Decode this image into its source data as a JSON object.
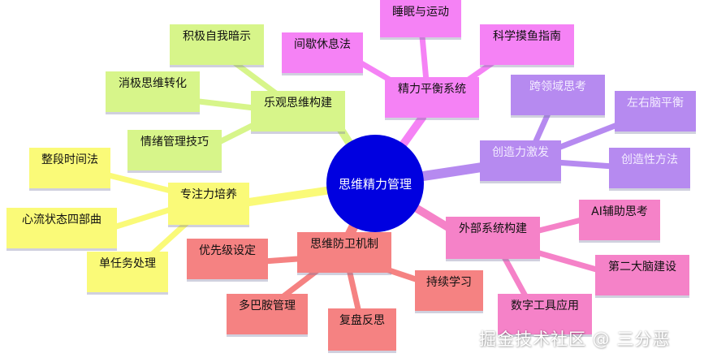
{
  "center": {
    "label": "思维精力管理",
    "color": "#0000e0"
  },
  "branches": [
    {
      "id": "optimism",
      "label": "乐观思维构建",
      "color": "#d7f58a",
      "children": [
        {
          "id": "positive",
          "label": "积极自我暗示"
        },
        {
          "id": "negative",
          "label": "消极思维转化"
        },
        {
          "id": "emotion",
          "label": "情绪管理技巧"
        }
      ]
    },
    {
      "id": "energy",
      "label": "精力平衡系统",
      "color": "#f582f5",
      "children": [
        {
          "id": "sleep",
          "label": "睡眠与运动"
        },
        {
          "id": "rest",
          "label": "间歇休息法"
        },
        {
          "id": "slack",
          "label": "科学摸鱼指南"
        }
      ]
    },
    {
      "id": "creativity",
      "label": "创造力激发",
      "color": "#b68af0",
      "children": [
        {
          "id": "cre1",
          "label": "跨领域思考"
        },
        {
          "id": "cre2",
          "label": "左右脑平衡"
        },
        {
          "id": "cre3",
          "label": "创造性方法"
        }
      ]
    },
    {
      "id": "focus",
      "label": "专注力培养",
      "color": "#fafa78",
      "children": [
        {
          "id": "segment",
          "label": "整段时间法"
        },
        {
          "id": "flow",
          "label": "心流状态四部曲"
        },
        {
          "id": "single",
          "label": "单任务处理"
        }
      ]
    },
    {
      "id": "external",
      "label": "外部系统构建",
      "color": "#f582c8",
      "children": [
        {
          "id": "ai",
          "label": "AI辅助思考"
        },
        {
          "id": "brain2",
          "label": "第二大脑建设"
        },
        {
          "id": "tools",
          "label": "数字工具应用"
        }
      ]
    },
    {
      "id": "defense",
      "label": "思维防卫机制",
      "color": "#f58282",
      "children": [
        {
          "id": "priority",
          "label": "优先级设定"
        },
        {
          "id": "dopamine",
          "label": "多巴胺管理"
        },
        {
          "id": "review",
          "label": "复盘反思"
        },
        {
          "id": "learn",
          "label": "持续学习"
        }
      ]
    }
  ],
  "watermark": "掘金技术社区 @ 三分恶"
}
